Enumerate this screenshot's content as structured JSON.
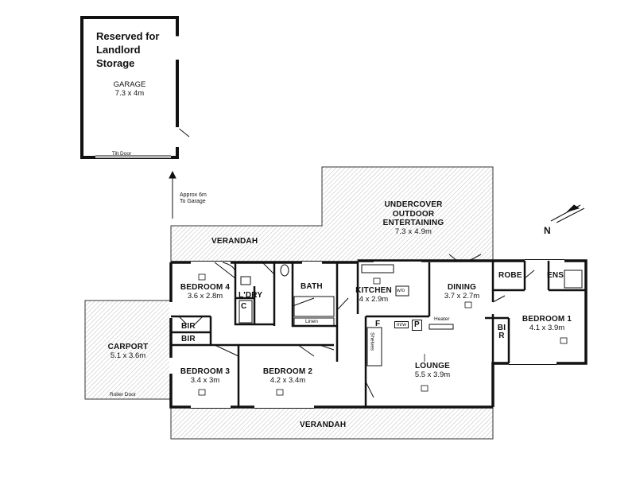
{
  "garage": {
    "note": [
      "Reserved for",
      "Landlord",
      "Storage"
    ],
    "name": "GARAGE",
    "dims": "7.3 x 4m",
    "door": "Tilt Door"
  },
  "approx_note": [
    "Approx 6m",
    "To Garage"
  ],
  "north": "N",
  "outdoor": {
    "name": [
      "UNDERCOVER",
      "OUTDOOR",
      "ENTERTAINING"
    ],
    "dims": "7.3 x 4.9m"
  },
  "verandah_top": "VERANDAH",
  "verandah_bottom": "VERANDAH",
  "rooms": {
    "bedroom4": {
      "name": "BEDROOM 4",
      "dims": "3.6 x 2.8m"
    },
    "laundry": {
      "name": "L'DRY"
    },
    "cupboard": {
      "name": "C"
    },
    "bath": {
      "name": "BATH"
    },
    "linen": {
      "name": "Linen"
    },
    "kitchen": {
      "name": "KITCHEN",
      "dims": "4 x 2.9m",
      "wall_oven": "w/o"
    },
    "dining": {
      "name": "DINING",
      "dims": "3.7 x 2.7m"
    },
    "robe": {
      "name": "ROBE"
    },
    "ens": {
      "name": "ENS"
    },
    "bedroom1": {
      "name": "BEDROOM 1",
      "dims": "4.1 x 3.9m"
    },
    "bir_master": {
      "name": "BIR"
    },
    "bir_top": {
      "name": "BIR"
    },
    "bir_bottom": {
      "name": "BIR"
    },
    "carport": {
      "name": "CARPORT",
      "dims": "5.1 x 3.6m",
      "door": "Roller Door"
    },
    "bedroom3": {
      "name": "BEDROOM 3",
      "dims": "3.4 x 3m"
    },
    "bedroom2": {
      "name": "BEDROOM 2",
      "dims": "4.2 x 3.4m"
    },
    "lounge": {
      "name": "LOUNGE",
      "dims": "5.5 x 3.9m"
    },
    "fridge": {
      "name": "F"
    },
    "microwave": {
      "name": "m/w"
    },
    "pantry": {
      "name": "P"
    },
    "heater": {
      "name": "Heater"
    },
    "shelves": {
      "name": "Shelves"
    }
  }
}
